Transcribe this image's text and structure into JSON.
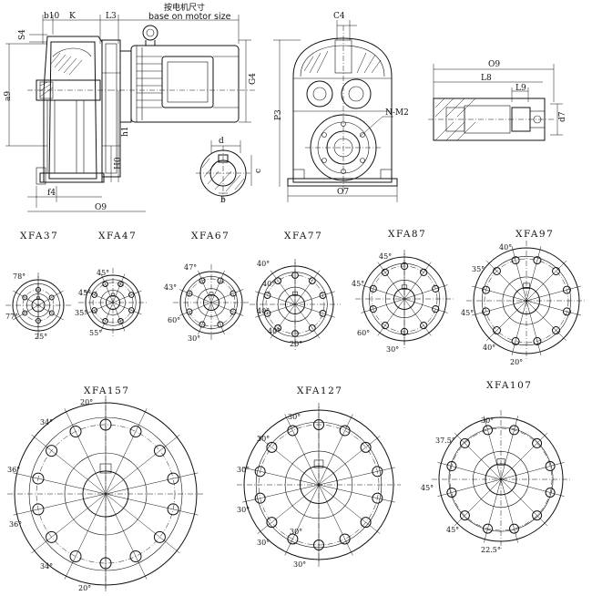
{
  "dimension_labels": {
    "b10": "b10",
    "k": "K",
    "l3": "L3",
    "s4": "S4",
    "a9": "a9",
    "g4": "G4",
    "h1": "h1",
    "h0": "H0",
    "f4": "f4",
    "o9": "O9",
    "d": "d",
    "c": "c",
    "b": "b",
    "c4": "C4",
    "p3": "P3",
    "o7": "O7",
    "nm": "N-M2",
    "o9b": "O9",
    "l8": "L8",
    "l9": "L9",
    "d7": "d7"
  },
  "motor_note_cn": "按电机尺寸",
  "motor_note_en": "base on motor size",
  "flange_patterns": [
    {
      "model": "XFA37",
      "angles": [
        "78°",
        "77°",
        "25°"
      ]
    },
    {
      "model": "XFA47",
      "angles": [
        "45°",
        "45°",
        "35°",
        "55°"
      ]
    },
    {
      "model": "XFA67",
      "angles": [
        "47°",
        "43°",
        "60°",
        "30°"
      ]
    },
    {
      "model": "XFA77",
      "angles": [
        "40°",
        "40°",
        "40°",
        "40°",
        "20°"
      ]
    },
    {
      "model": "XFA87",
      "angles": [
        "45°",
        "45°",
        "60°",
        "30°"
      ]
    },
    {
      "model": "XFA97",
      "angles": [
        "40°",
        "35°",
        "45°",
        "40°",
        "20°"
      ]
    },
    {
      "model": "XFA157",
      "angles": [
        "20°",
        "34°",
        "36°",
        "36°",
        "34°",
        "20°"
      ]
    },
    {
      "model": "XFA127",
      "angles": [
        "30°",
        "30°",
        "30°",
        "30°",
        "30°",
        "30°",
        "30°"
      ]
    },
    {
      "model": "XFA107",
      "angles": [
        "30°",
        "37.5°",
        "45°",
        "45°",
        "22.5°"
      ]
    }
  ]
}
